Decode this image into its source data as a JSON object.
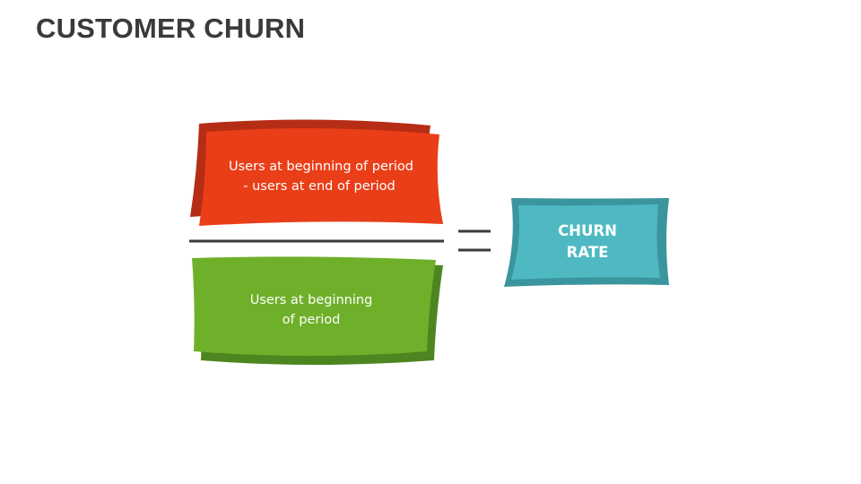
{
  "title": "CUSTOMER CHURN",
  "numerator": {
    "line1": "Users at beginning of period",
    "line2": "- users at end of period",
    "color": "#ea3e18",
    "shadow_color": "#b52d15"
  },
  "denominator": {
    "line1": "Users at beginning",
    "line2": "of period",
    "color": "#6fb02b",
    "shadow_color": "#4d8520"
  },
  "result": {
    "line1": "CHURN",
    "line2": "RATE",
    "color": "#4fb9c3",
    "shadow_color": "#3a959e"
  },
  "fraction_bar_color": "#3a3a3a",
  "equals_color": "#3a3a3a"
}
